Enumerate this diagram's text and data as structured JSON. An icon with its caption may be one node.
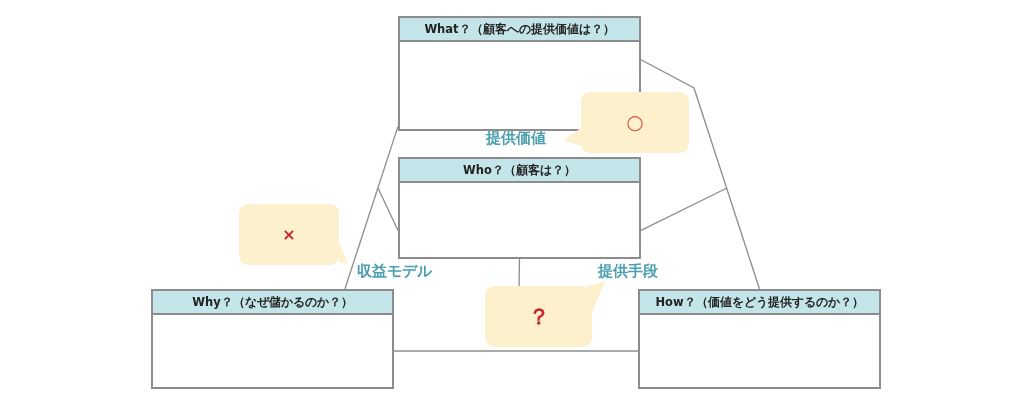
{
  "diagram": {
    "nodes": [
      {
        "text": [
          "What？（顧客への提供価値は？）"
        ]
      },
      {
        "text": [
          "Who？（顧客は？）"
        ]
      },
      {
        "text": [
          "Why？（なぜ儲かるのか？）"
        ]
      },
      {
        "text": [
          "How？（価値をどう提供するのか？）"
        ]
      },
      {
        "text": [
          "○"
        ]
      },
      {
        "text": [
          "×"
        ]
      },
      {
        "text": [
          "？"
        ]
      }
    ],
    "edges": [
      {
        "from": 0,
        "to": 2,
        "arrow": "none"
      },
      {
        "from": 0,
        "to": 3,
        "arrow": "none"
      },
      {
        "from": 2,
        "to": 3,
        "arrow": "none"
      },
      {
        "from": 1,
        "to": null,
        "arrow": "none"
      },
      {
        "from": 1,
        "to": null,
        "arrow": "none"
      },
      {
        "from": 1,
        "to": 6,
        "arrow": "none"
      }
    ],
    "labels": [
      "提供価値",
      "収益モデル",
      "提供手段"
    ]
  }
}
